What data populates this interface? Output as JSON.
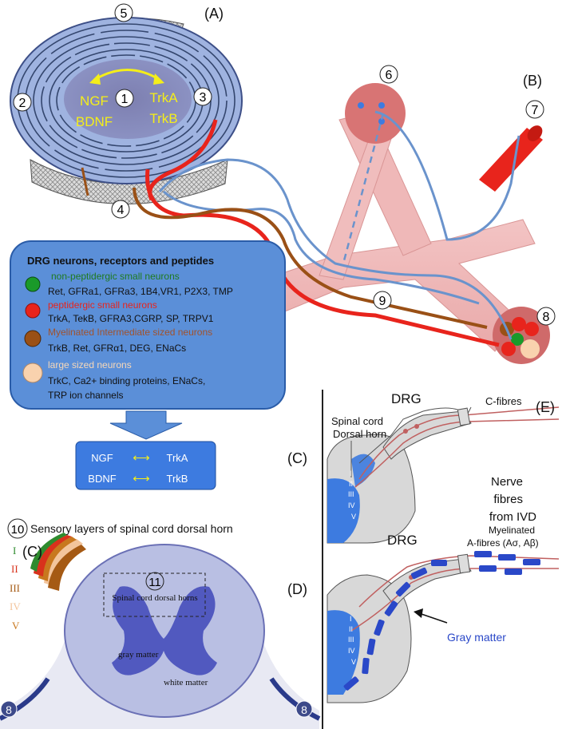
{
  "panels": {
    "A": "(A)",
    "B": "(B)",
    "C": "(C)",
    "D": "(D)",
    "E": "(E)",
    "C_micro": "(C)"
  },
  "circle_numbers": [
    "1",
    "2",
    "3",
    "4",
    "5",
    "6",
    "7",
    "8",
    "9",
    "10",
    "11",
    "8",
    "8"
  ],
  "disc": {
    "left_factors": [
      "NGF",
      "BDNF"
    ],
    "right_receptors": [
      "TrkA",
      "TrkB"
    ]
  },
  "drg_box": {
    "title": "DRG neurons, receptors and peptides",
    "groups": [
      {
        "label": "non-peptidergic small neurons",
        "detail": "Ret, GFRa1, GFRa3, 1B4,VR1, P2X3, TMP",
        "color": "#1a9a2a",
        "label_color": "#1e7a1e"
      },
      {
        "label": "peptidergic small neurons",
        "detail": "TrkA, TekB, GFRA3,CGRP, SP, TRPV1",
        "color": "#e8241c",
        "label_color": "#e8241c"
      },
      {
        "label": "Myelinated Intermediate sized neurons",
        "detail": "TrkB, Ret, GFRα1,  DEG, ENaCs",
        "color": "#9a5016",
        "label_color": "#a0522d"
      },
      {
        "label": "large sized neurons",
        "detail": "TrkC, Ca2+ binding proteins, ENaCs,",
        "detail2": "TRP ion channels",
        "color": "#f9d2ae",
        "label_color": "#f7d8b8"
      }
    ]
  },
  "pairs": [
    {
      "left": "NGF",
      "arrow": "⟷",
      "right": "TrkA"
    },
    {
      "left": "BDNF",
      "arrow": "⟷",
      "right": "TrkB"
    }
  ],
  "micro": {
    "title": "Sensory layers of spinal cord dorsal horn",
    "layers": [
      "I",
      "II",
      "III",
      "IV",
      "V"
    ],
    "layer_colors": [
      "#2e8b2e",
      "#d8321c",
      "#a55a14",
      "#f3c59c",
      "#c8781e"
    ],
    "box_label": "Spinal cord dorsal horns",
    "gray_matter": "gray matter",
    "white_matter": "white matter"
  },
  "schematic": {
    "drg": "DRG",
    "dorsal_horn": [
      "Spinal cord",
      "Dorsal horn"
    ],
    "c_fibres": "C-fibres",
    "nerve_text": [
      "Nerve",
      "fibres",
      "from IVD"
    ],
    "myelinated": [
      "Myelinated",
      "A-fibres (Aσ, Aβ)"
    ],
    "gray_matter": "Gray matter",
    "laminae": [
      "I",
      "II",
      "III",
      "IV",
      "V"
    ]
  }
}
